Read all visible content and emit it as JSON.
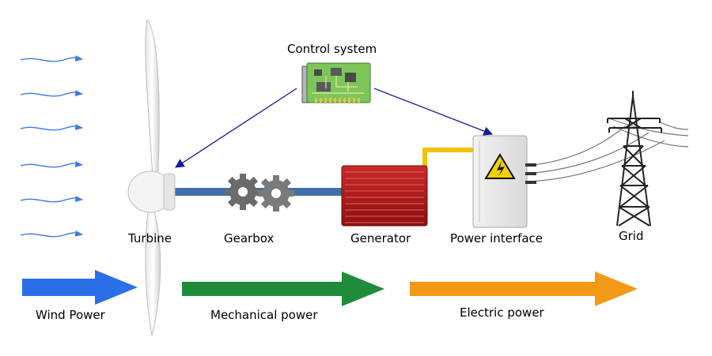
{
  "labels": {
    "control_system": "Control system",
    "turbine": "Turbine",
    "gearbox": "Gearbox",
    "generator": "Generator",
    "power_interface": "Power interface",
    "grid": "Grid",
    "wind_power": "Wind Power",
    "mechanical_power": "Mechanical power",
    "electric_power": "Electric power"
  },
  "colors": {
    "wind": "#2b6fe8",
    "wind_lines": "#3a78e6",
    "mechanical": "#1e8c3a",
    "electric": "#f29a16",
    "shaft": "#3f6fa8",
    "generator": "#b01a1a",
    "control_arrow": "#1a1a9c",
    "cable": "#f2c200",
    "gear": "#666666"
  },
  "icons": [
    "wind-line-icon",
    "turbine-icon",
    "gear-icon",
    "generator-icon",
    "circuit-board-icon",
    "electrical-cabinet-icon",
    "high-voltage-warning-icon",
    "transmission-tower-icon"
  ]
}
